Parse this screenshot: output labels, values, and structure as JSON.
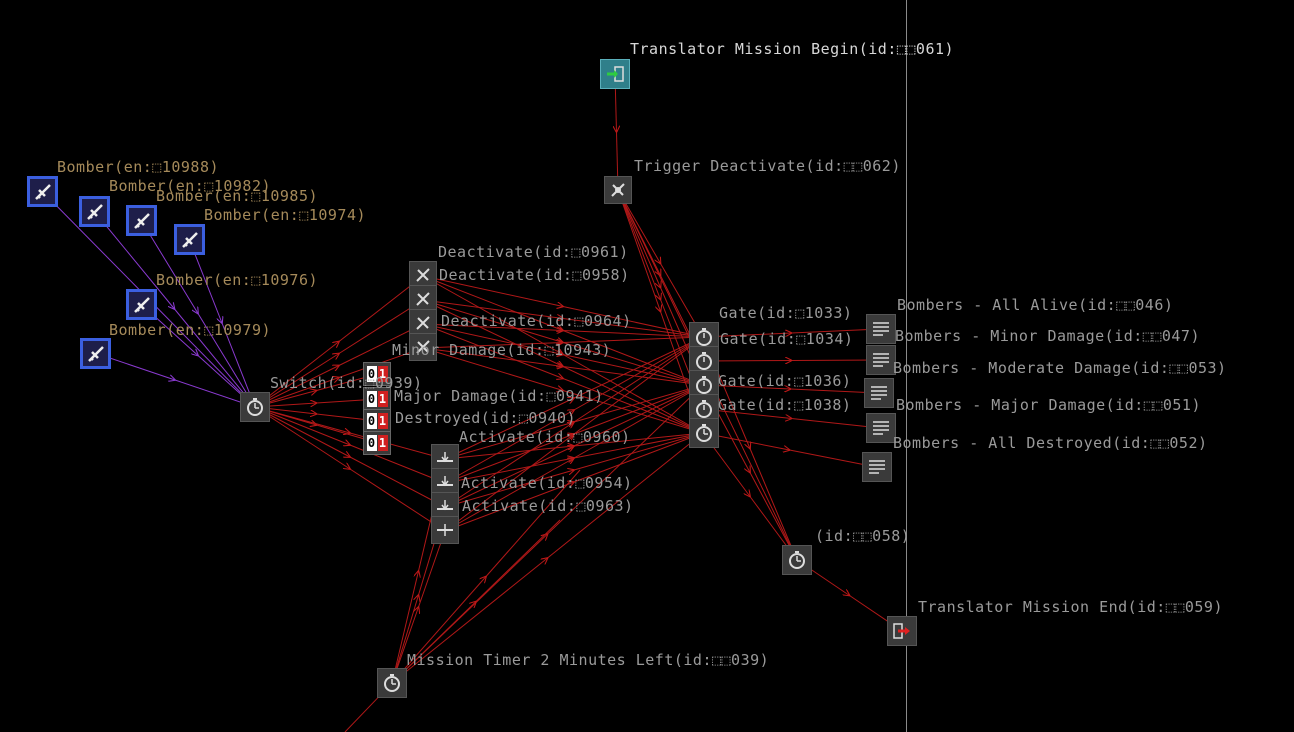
{
  "editor": {
    "title": "Mission logic graph"
  },
  "labels": {
    "mission_begin": "Translator Mission Begin(id:⬚⬚061)",
    "trigger_deactivate": "Trigger Deactivate(id:⬚⬚062)",
    "bomber_0988": "Bomber(en:⬚10988)",
    "bomber_0982": "Bomber(en:⬚10982)",
    "bomber_0985": "Bomber(en:⬚10985)",
    "bomber_0974": "Bomber(en:⬚10974)",
    "bomber_0976": "Bomber(en:⬚10976)",
    "bomber_0979": "Bomber(en:⬚10979)",
    "switch": "Switch(id:⬚0939)",
    "deactivate_0961": "Deactivate(id:⬚0961)",
    "deactivate_0958": "Deactivate(id:⬚0958)",
    "deactivate_0964": "Deactivate(id:⬚0964)",
    "minor_damage": "Minor Damage(id:⬚10943)",
    "major_damage": "Major Damage(id:⬚0941)",
    "destroyed": "Destroyed(id:⬚0940)",
    "activate_0960": "Activate(id:⬚0960)",
    "activate_0954": "Activate(id:⬚0954)",
    "activate_0963": "Activate(id:⬚0963)",
    "gate_1033": "Gate(id:⬚1033)",
    "gate_1034": "Gate(id:⬚1034)",
    "gate_1036": "Gate(id:⬚1036)",
    "gate_1038": "Gate(id:⬚1038)",
    "bombers_all_alive": "Bombers - All Alive(id:⬚⬚046)",
    "bombers_minor": "Bombers - Minor Damage(id:⬚⬚047)",
    "bombers_moderate": "Bombers - Moderate Damage(id:⬚⬚053)",
    "bombers_major": "Bombers - Major Damage(id:⬚⬚051)",
    "bombers_all_destroyed": "Bombers - All Destroyed(id:⬚⬚052)",
    "timer_1058": "(id:⬚⬚058)",
    "mission_end": "Translator Mission End(id:⬚⬚059)",
    "mission_timer": "Mission Timer 2 Minutes Left(id:⬚⬚039)"
  },
  "counters": {
    "digit_off": "0",
    "digit_on": "1"
  },
  "colors": {
    "link": "#b01818",
    "bomber_link": "#8a3ad0",
    "label_grey": "#9a9a9a",
    "label_tan": "#a58a5a",
    "bomber_border": "#3b5fe0"
  }
}
